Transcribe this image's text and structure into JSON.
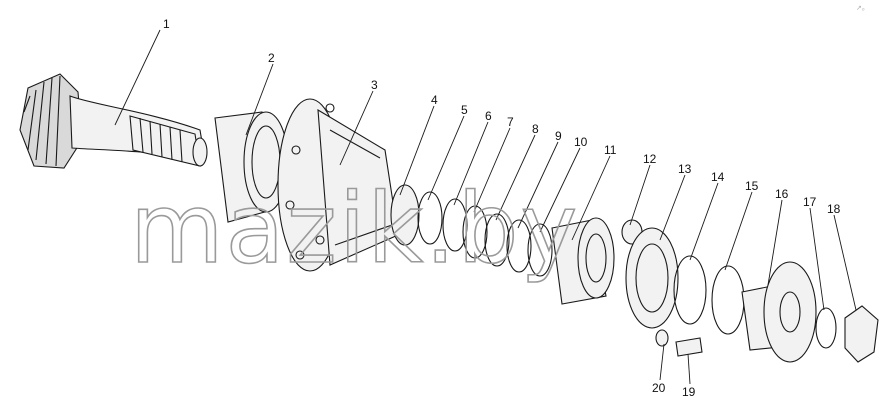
{
  "watermark": "mazik.by",
  "corner_mark": "↗ₒ",
  "callouts": [
    {
      "n": "1"
    },
    {
      "n": "2"
    },
    {
      "n": "3"
    },
    {
      "n": "4"
    },
    {
      "n": "5"
    },
    {
      "n": "6"
    },
    {
      "n": "7"
    },
    {
      "n": "8"
    },
    {
      "n": "9"
    },
    {
      "n": "10"
    },
    {
      "n": "11"
    },
    {
      "n": "12"
    },
    {
      "n": "13"
    },
    {
      "n": "14"
    },
    {
      "n": "15"
    },
    {
      "n": "16"
    },
    {
      "n": "17"
    },
    {
      "n": "18"
    },
    {
      "n": "19"
    },
    {
      "n": "20"
    }
  ]
}
